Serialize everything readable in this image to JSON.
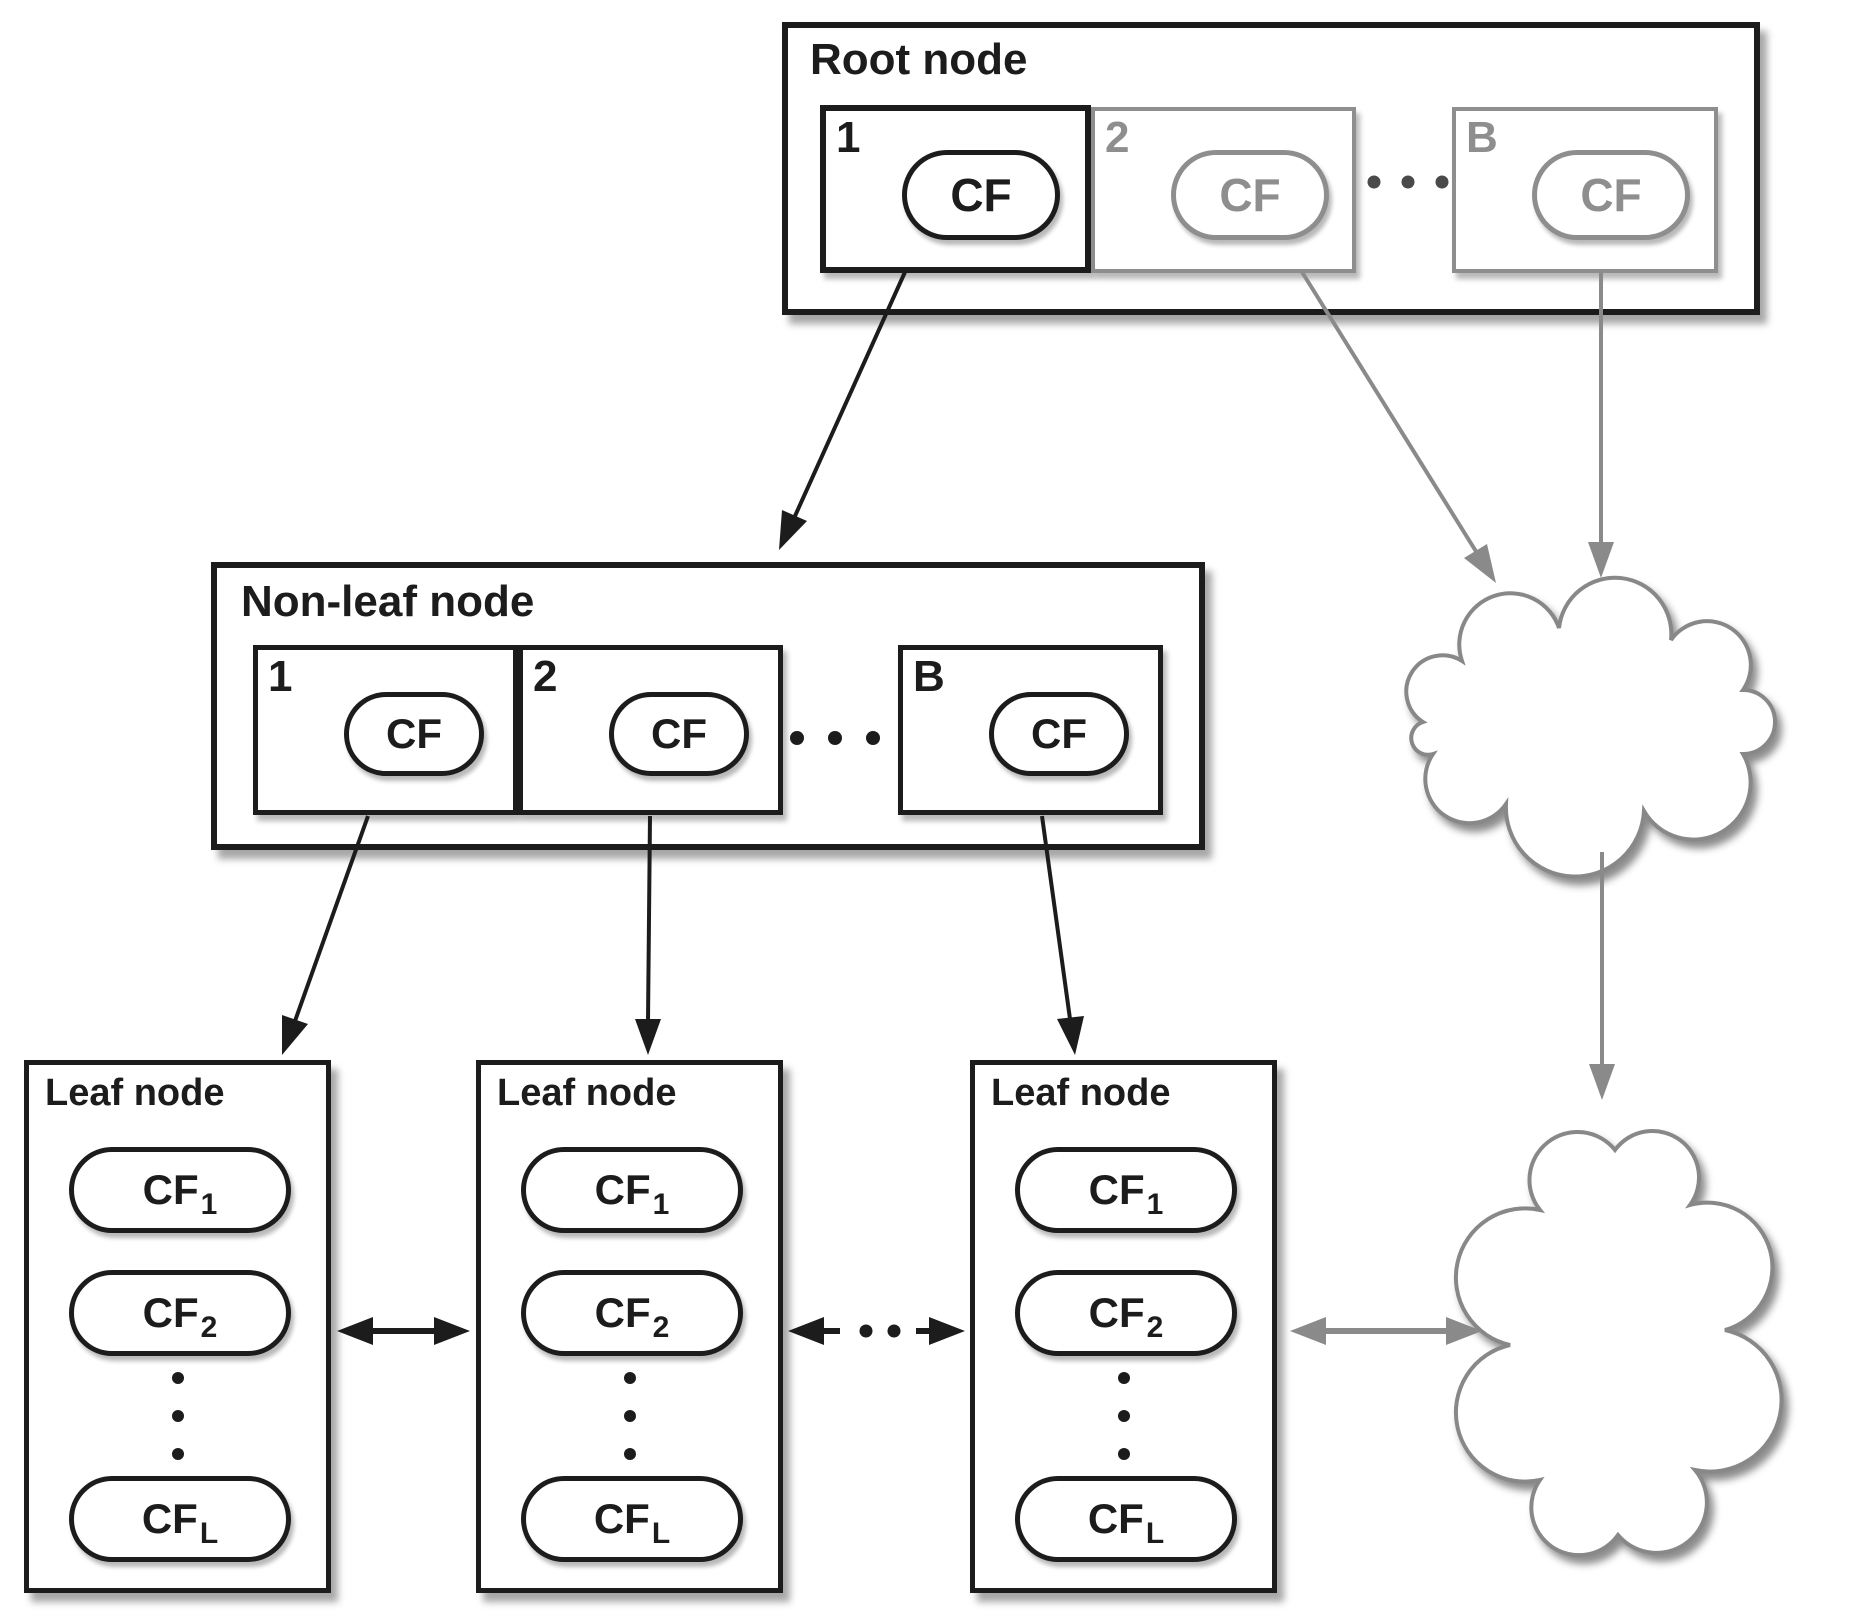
{
  "colors": {
    "ink": "#1c1c1c",
    "muted_gray": "#8e8e8e",
    "arrow_gray": "#8a8a8a",
    "cloud_stroke": "#888888",
    "background": "#ffffff"
  },
  "root": {
    "label": "Root node",
    "entries": [
      {
        "num": "1",
        "cf": "CF"
      },
      {
        "num": "2",
        "cf": "CF"
      },
      {
        "num": "B",
        "cf": "CF"
      }
    ]
  },
  "nonleaf": {
    "label": "Non-leaf node",
    "entries": [
      {
        "num": "1",
        "cf": "CF"
      },
      {
        "num": "2",
        "cf": "CF"
      },
      {
        "num": "B",
        "cf": "CF"
      }
    ]
  },
  "leaves": [
    {
      "label": "Leaf node",
      "entries": [
        {
          "base": "CF",
          "sub": "1"
        },
        {
          "base": "CF",
          "sub": "2"
        },
        {
          "base": "CF",
          "sub": "L"
        }
      ]
    },
    {
      "label": "Leaf node",
      "entries": [
        {
          "base": "CF",
          "sub": "1"
        },
        {
          "base": "CF",
          "sub": "2"
        },
        {
          "base": "CF",
          "sub": "L"
        }
      ]
    },
    {
      "label": "Leaf node",
      "entries": [
        {
          "base": "CF",
          "sub": "1"
        },
        {
          "base": "CF",
          "sub": "2"
        },
        {
          "base": "CF",
          "sub": "L"
        }
      ]
    }
  ]
}
